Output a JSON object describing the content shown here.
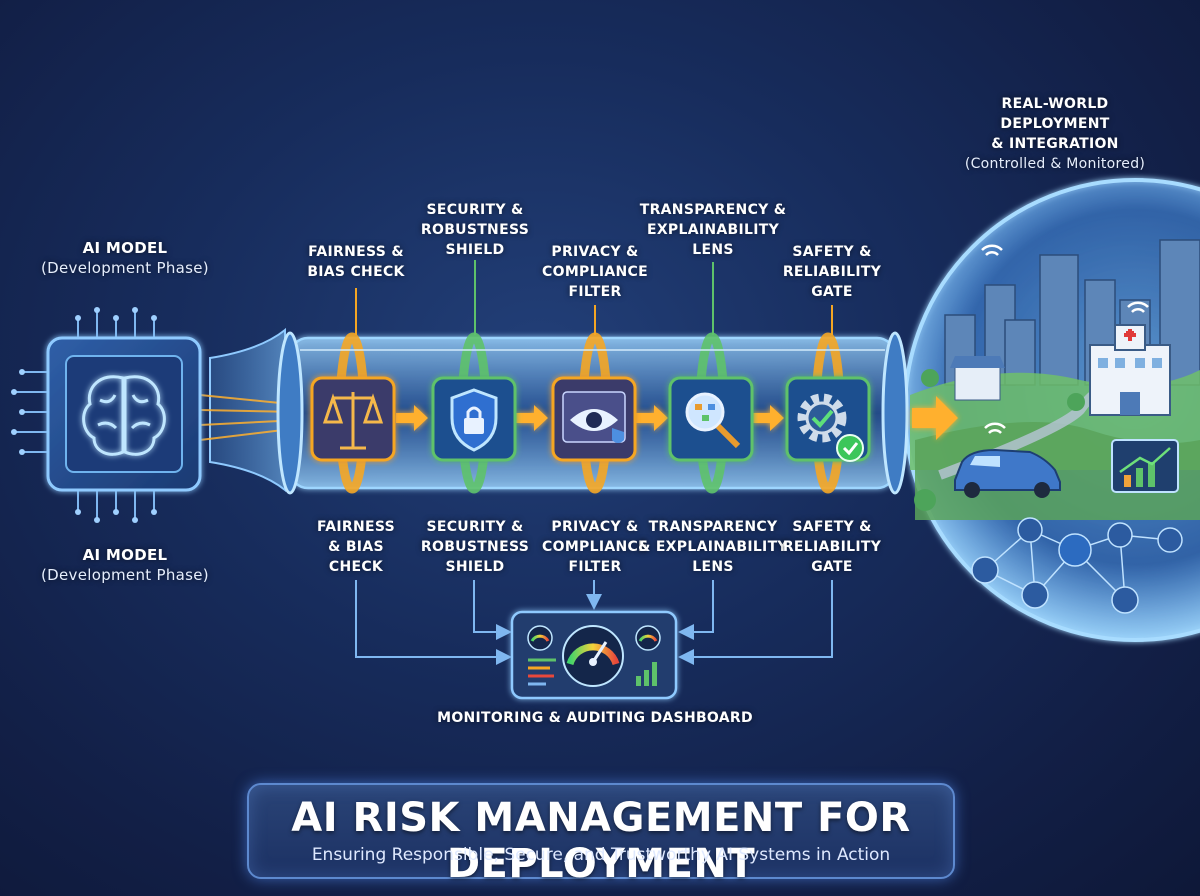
{
  "ai_model_top": {
    "title": "AI MODEL",
    "subtitle": "(Development Phase)"
  },
  "ai_model_bottom": {
    "title": "AI MODEL",
    "subtitle": "(Development Phase)"
  },
  "deployment": {
    "title_line1": "REAL-WORLD DEPLOYMENT",
    "title_line2": "& INTEGRATION",
    "subtitle": "(Controlled & Monitored)"
  },
  "stages_top": [
    {
      "line1": "FAIRNESS &",
      "line2": "BIAS CHECK",
      "line3": ""
    },
    {
      "line1": "SECURITY &",
      "line2": "ROBUSTNESS",
      "line3": "SHIELD"
    },
    {
      "line1": "PRIVACY &",
      "line2": "COMPLIANCE",
      "line3": "FILTER"
    },
    {
      "line1": "TRANSPARENCY &",
      "line2": "EXPLAINABILITY",
      "line3": "LENS"
    },
    {
      "line1": "SAFETY &",
      "line2": "RELIABILITY",
      "line3": "GATE"
    }
  ],
  "stages_bottom": [
    {
      "line1": "FAIRNESS",
      "line2": "& BIAS",
      "line3": "CHECK"
    },
    {
      "line1": "SECURITY &",
      "line2": "ROBUSTNESS",
      "line3": "SHIELD"
    },
    {
      "line1": "PRIVACY &",
      "line2": "COMPLIANCE",
      "line3": "FILTER"
    },
    {
      "line1": "TRANSPARENCY",
      "line2": "& EXPLAINABILITY",
      "line3": "LENS"
    },
    {
      "line1": "SAFETY &",
      "line2": "RELIABILITY",
      "line3": "GATE"
    }
  ],
  "dashboard_label": "MONITORING & AUDITING DASHBOARD",
  "main_title": "AI RISK MANAGEMENT FOR DEPLOYMENT",
  "main_subtitle": "Ensuring Responsible, Secure, and Trustworthy AI Systems in Action",
  "icons": [
    "brain-chip-icon",
    "scales-icon",
    "shield-lock-icon",
    "eye-filter-icon",
    "magnifier-flowchart-icon",
    "gear-check-icon",
    "dashboard-gauge-icon",
    "hospital-icon",
    "car-icon",
    "globe-network-icon"
  ],
  "colors": {
    "background": "#172c5c",
    "fairness": "#f5a623",
    "security": "#5ec26a",
    "privacy": "#f5a623",
    "transparency": "#5ec26a",
    "safety": "#f5a623",
    "flow_arrow": "#ffb02e",
    "tube": "#7fc4ff"
  }
}
